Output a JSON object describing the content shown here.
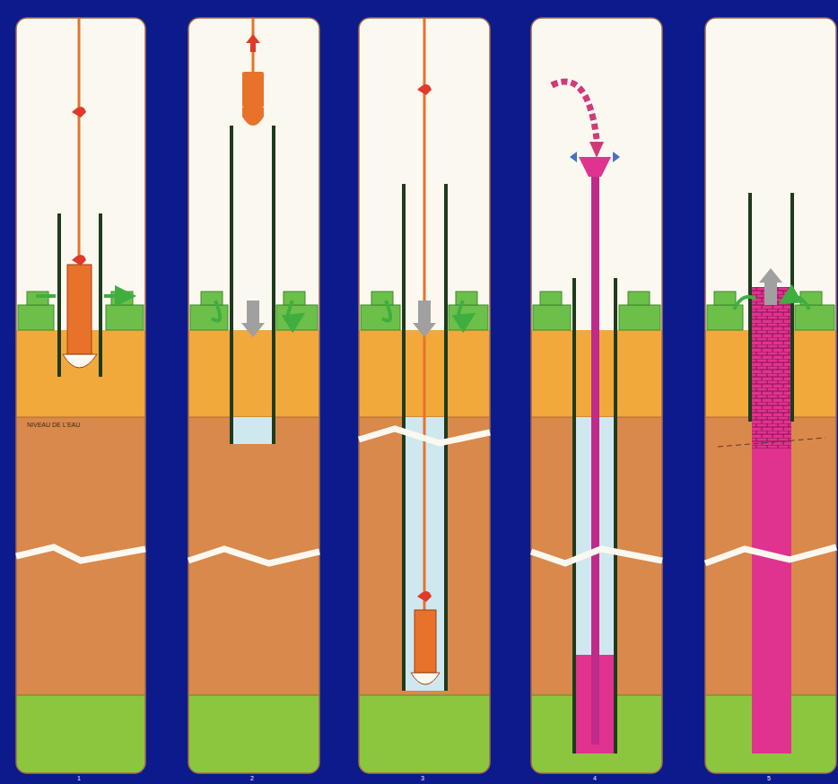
{
  "diagram": {
    "labels": [
      "NIVEAU DE L'EAU",
      "1",
      "2",
      "3",
      "4",
      "5"
    ]
  }
}
